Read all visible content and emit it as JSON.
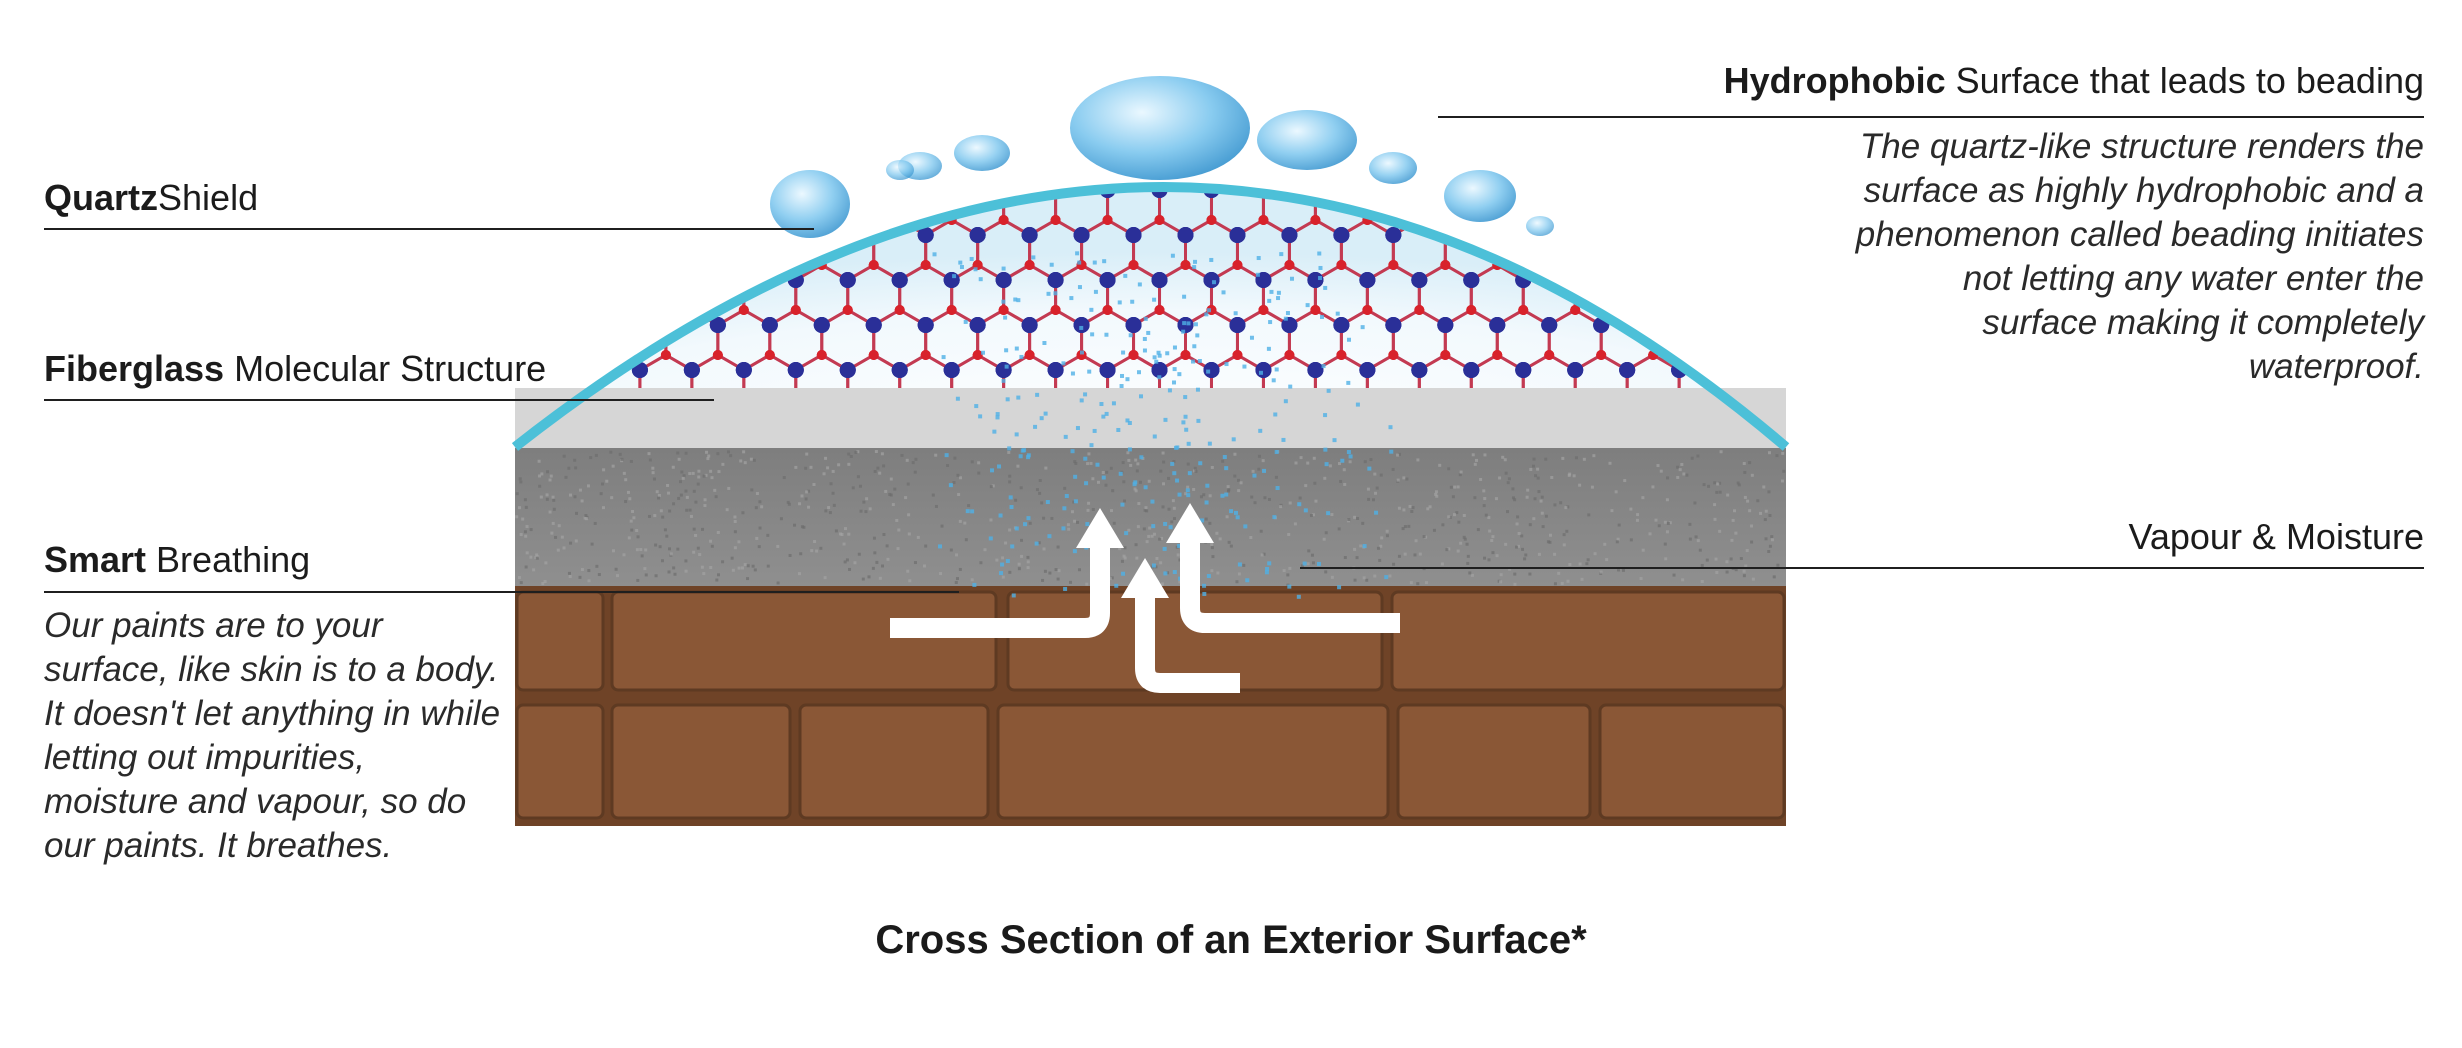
{
  "colors": {
    "brick": "#8a5736",
    "mortar": "#6e4326",
    "plaster": "#8c8c8c",
    "coat": "#d5d5d5",
    "dome_edge": "#4fc2da",
    "atom_blue": "#2a2f98",
    "atom_red": "#d8222b",
    "bond": "#c33a52",
    "droplet": "#4fb0e6"
  },
  "labels": {
    "quartz_bold": "Quartz",
    "quartz_rest": "Shield",
    "fiberglass_bold": "Fiberglass",
    "fiberglass_rest": " Molecular Structure",
    "smart_bold": "Smart",
    "smart_rest": " Breathing",
    "smart_desc": "Our paints are to your surface, like skin is to a body. It doesn't let anything in while letting out impurities, moisture and vapour, so do our paints. It breathes.",
    "hydro_bold": "Hydrophobic",
    "hydro_rest": " Surface that leads to beading",
    "hydro_desc": "The quartz-like structure renders the surface as highly hydrophobic and a phenomenon called beading initiates not letting any water enter the surface making it completely waterproof.",
    "vapour": "Vapour & Moisture"
  },
  "caption": "Cross Section of an Exterior Surface*"
}
